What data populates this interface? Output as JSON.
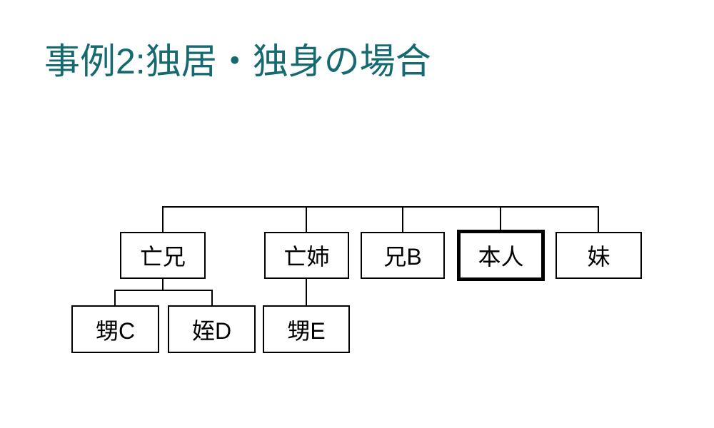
{
  "title": "事例2:独居・独身の場合",
  "colors": {
    "title_accent": "#146A70",
    "line": "#000000",
    "box_border": "#000000",
    "background": "#FFFFFF"
  },
  "diagram": {
    "type": "family-tree",
    "generation_top": [
      {
        "label": "亡兄",
        "meaning": "deceased elder brother",
        "emphasized": false
      },
      {
        "label": "亡姉",
        "meaning": "deceased elder sister",
        "emphasized": false
      },
      {
        "label": "兄B",
        "meaning": "elder brother B",
        "emphasized": false
      },
      {
        "label": "本人",
        "meaning": "the person in question",
        "emphasized": true
      },
      {
        "label": "妹",
        "meaning": "younger sister",
        "emphasized": false
      }
    ],
    "generation_children": [
      {
        "label": "甥C",
        "meaning": "nephew C",
        "parent": "亡兄"
      },
      {
        "label": "姪D",
        "meaning": "niece D",
        "parent": "亡兄"
      },
      {
        "label": "甥E",
        "meaning": "nephew E",
        "parent": "亡姉"
      }
    ]
  }
}
